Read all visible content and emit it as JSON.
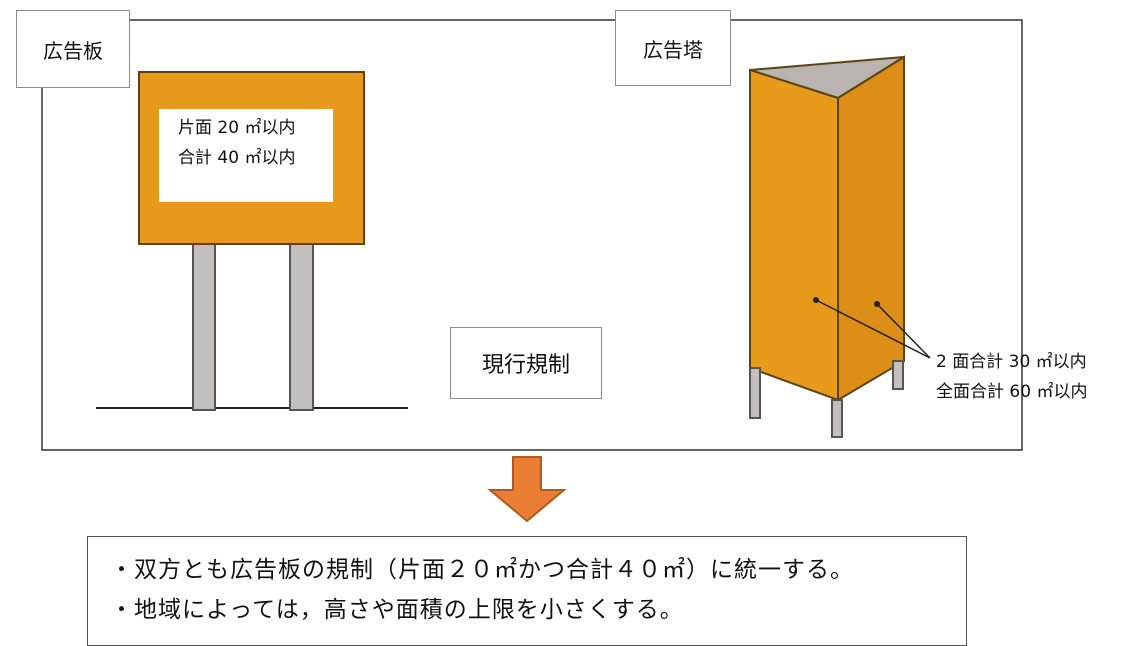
{
  "labels": {
    "billboard": "広告板",
    "tower": "広告塔",
    "current_regulation": "現行規制"
  },
  "billboard_limits": [
    "片面 20 ㎡以内",
    "合計 40 ㎡以内"
  ],
  "tower_limits": [
    "2 面合計 30 ㎡以内",
    "全面合計 60 ㎡以内"
  ],
  "summary": [
    "・双方とも広告板の規制（片面２０㎡かつ合計４０㎡）に統一する。",
    "・地域によっては，高さや面積の上限を小さくする。"
  ],
  "colors": {
    "panel_orange": "#e89a1c",
    "panel_border": "#5a4416",
    "tower_top": "#b9b4b0",
    "post_gray": "#c3bfbc",
    "arrow_orange": "#e97d33"
  }
}
